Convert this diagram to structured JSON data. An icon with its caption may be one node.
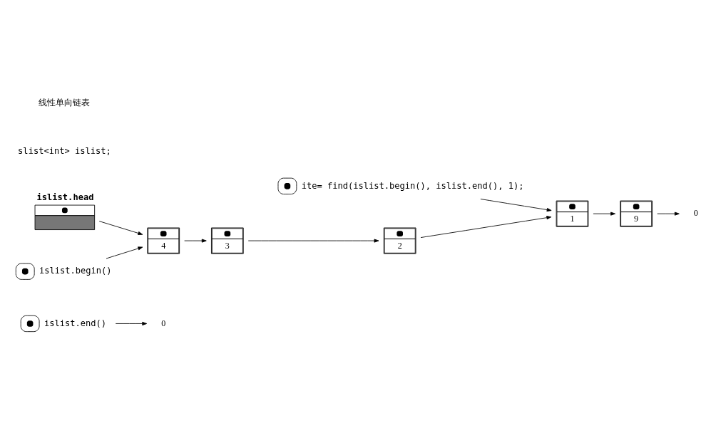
{
  "diagram": {
    "nodes": [
      {
        "text": [],
        "shape": "cloud",
        "beside": [
          "islist.end()"
        ]
      },
      {
        "text": [
          "0"
        ]
      },
      {
        "text": [
          "0"
        ]
      },
      {
        "text": [
          "9"
        ]
      },
      {
        "text": [
          "1"
        ]
      },
      {
        "text": [],
        "shape": "cloud",
        "beside": [
          "ite= find(islist.begin(), islist.end(), 1);"
        ]
      },
      {
        "text": [
          "islist.head"
        ]
      },
      {
        "text": [],
        "shape": "cloud",
        "beside": [
          "islist.begin()"
        ]
      },
      {
        "text": [
          "4"
        ]
      },
      {
        "text": [
          "3"
        ]
      },
      {
        "text": [
          "2"
        ]
      }
    ],
    "edges": [
      {
        "from": 0,
        "to": 1,
        "arrow": "to"
      },
      {
        "from": 3,
        "to": 2,
        "arrow": "to"
      },
      {
        "from": 4,
        "to": 3,
        "arrow": "to"
      },
      {
        "from": 5,
        "to": 4,
        "arrow": "to"
      },
      {
        "from": 6,
        "to": 8,
        "arrow": "to"
      },
      {
        "from": 7,
        "to": 8,
        "arrow": "to"
      },
      {
        "from": 8,
        "to": 9,
        "arrow": "to"
      },
      {
        "from": 9,
        "to": 10,
        "arrow": "to"
      },
      {
        "from": 10,
        "to": 4,
        "arrow": "to"
      }
    ],
    "labels": [
      "slist<int> islist;",
      "线性单向链表"
    ]
  }
}
